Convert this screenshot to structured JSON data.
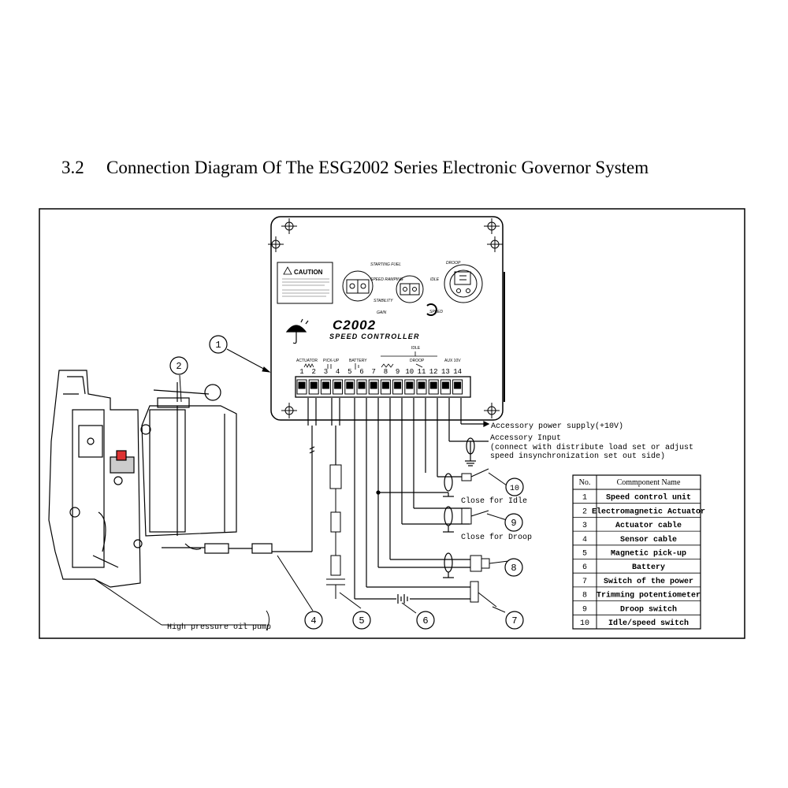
{
  "heading": {
    "number": "3.2",
    "title": "Connection Diagram Of The ESG2002 Series Electronic Governor System"
  },
  "controller": {
    "model": "C2002",
    "subtitle": "SPEED CONTROLLER",
    "caution_title": "CAUTION",
    "knob_labels": {
      "starting_fuel": "STARTING FUEL",
      "speed_ramping": "SPEED RAMPING",
      "stability": "STABILITY",
      "gain": "GAIN",
      "droop": "DROOP",
      "idle": "IDLE",
      "speed": "SPEED"
    },
    "terminal_groups": {
      "actuator": "ACTUATOR",
      "pickup": "PICK-UP",
      "battery": "BATTERY",
      "idle": "IDLE",
      "droop": "DROOP",
      "aux": "AUX 10V"
    },
    "terminals": [
      "1",
      "2",
      "3",
      "4",
      "5",
      "6",
      "7",
      "8",
      "9",
      "10",
      "11",
      "12",
      "13",
      "14"
    ]
  },
  "annotations": {
    "accessory_power": "Accessory power supply(+10V)",
    "accessory_input": "Accessory Input",
    "accessory_note1": "(connect with distribute load set or adjust",
    "accessory_note2": "speed insynchronization set out side)",
    "close_idle": "Close for Idle",
    "close_droop": "Close for Droop",
    "pump_label": "High pressure oil pump"
  },
  "callouts": [
    "1",
    "2",
    "4",
    "5",
    "6",
    "7",
    "8",
    "9",
    "10"
  ],
  "component_table": {
    "headers": [
      "No.",
      "Commponent Name"
    ],
    "rows": [
      [
        "1",
        "Speed control unit"
      ],
      [
        "2",
        "Electromagnetic Actuator"
      ],
      [
        "3",
        "Actuator cable"
      ],
      [
        "4",
        "Sensor cable"
      ],
      [
        "5",
        "Magnetic pick-up"
      ],
      [
        "6",
        "Battery"
      ],
      [
        "7",
        "Switch of the power"
      ],
      [
        "8",
        "Trimming potentiometer"
      ],
      [
        "9",
        "Droop switch"
      ],
      [
        "10",
        "Idle/speed switch"
      ]
    ]
  }
}
